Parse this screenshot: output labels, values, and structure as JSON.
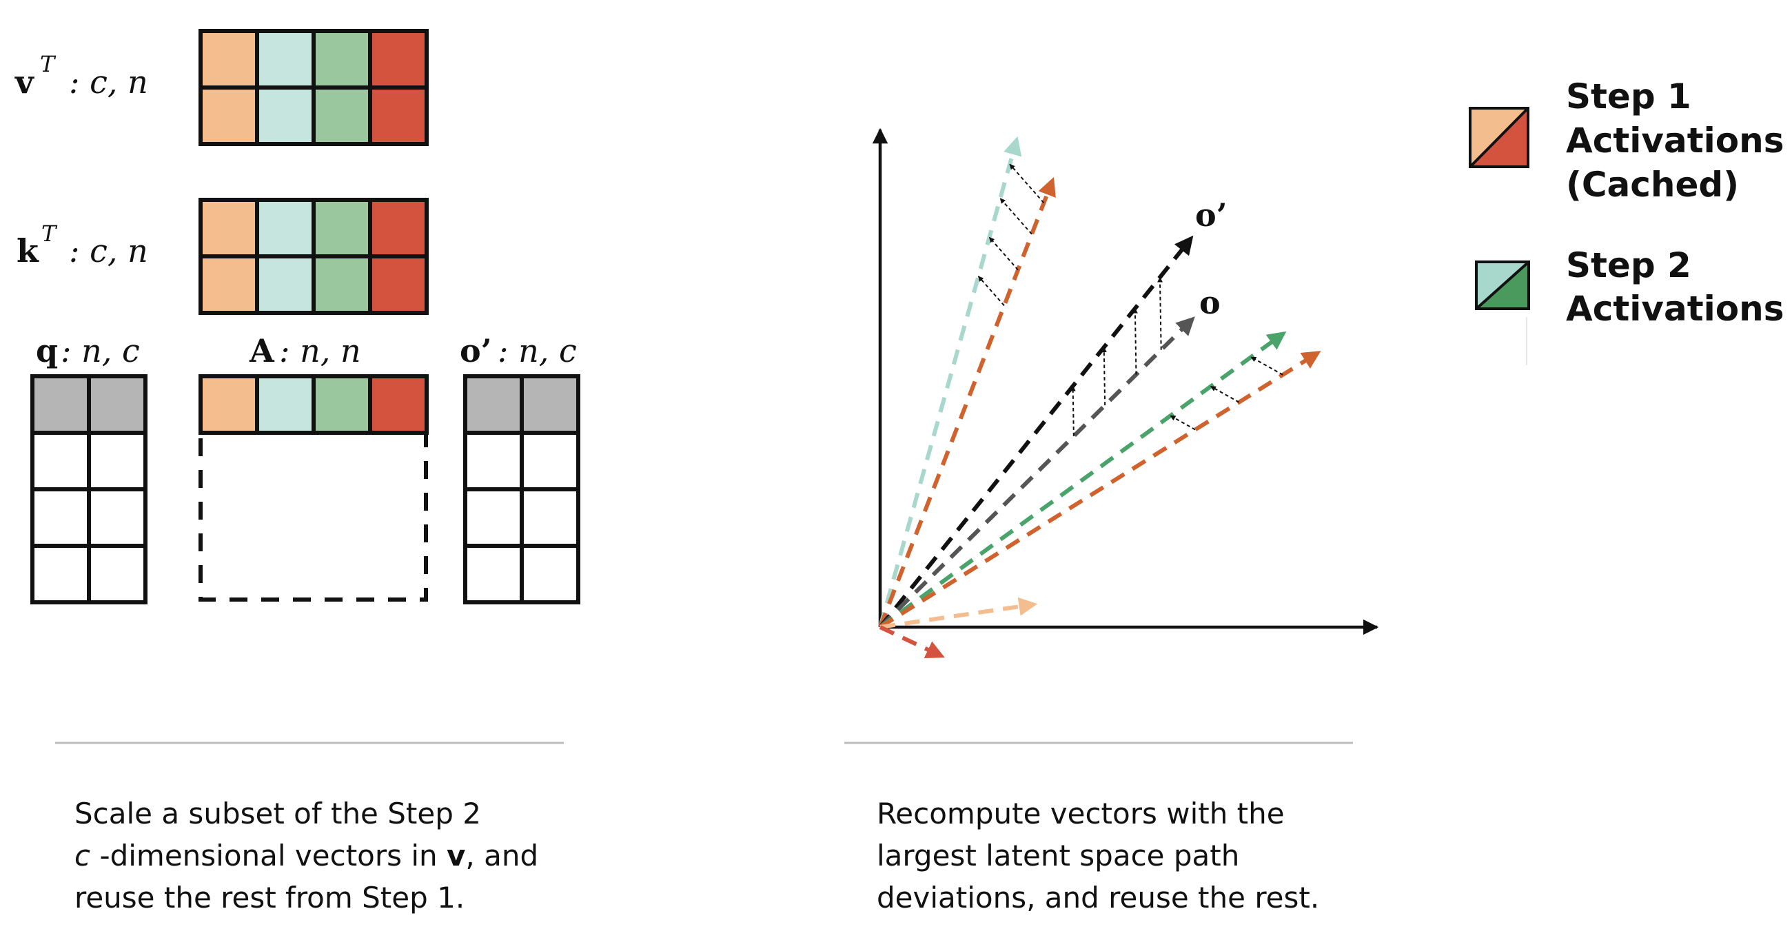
{
  "colors": {
    "peach": "#f4bd8d",
    "light_teal": "#c6e5de",
    "mid_green": "#9bc79f",
    "red": "#d3533e",
    "gray": "#b5b5b5",
    "dark_green": "#4a9a5e",
    "vec_teal": "#a8d8cb",
    "vec_orange": "#d0622d",
    "vec_green": "#4aa36a",
    "vec_black": "#111111",
    "vec_gray": "#555555",
    "vec_peach": "#f3bd8f",
    "vec_red": "#d3533e",
    "divider": "#bdbdbd"
  },
  "matrices": {
    "vT": {
      "label": "v",
      "sup": "T",
      "dims": ": c, n"
    },
    "kT": {
      "label": "k",
      "sup": "T",
      "dims": ": c, n"
    },
    "q": {
      "label": "q",
      "dims": ": n, c"
    },
    "A": {
      "label": "A",
      "dims": ": n, n"
    },
    "o_prime": {
      "label": "o’",
      "dims": ": n, c"
    }
  },
  "plot": {
    "o_label": "o",
    "o_prime_label": "o’"
  },
  "legend": {
    "step1": [
      "Step 1",
      "Activations",
      "(Cached)"
    ],
    "step2": [
      "Step 2",
      "Activations"
    ]
  },
  "captions": {
    "left": {
      "line1": "Scale a subset of the Step 2",
      "line2_italic": "c",
      "line2_mid": " -dimensional vectors in ",
      "line2_bold": "v",
      "line2_end": ", and",
      "line3": "reuse the rest from Step 1."
    },
    "right": {
      "line1": "Recompute vectors with the",
      "line2": "largest latent space path",
      "line3": "deviations, and reuse the rest."
    }
  }
}
